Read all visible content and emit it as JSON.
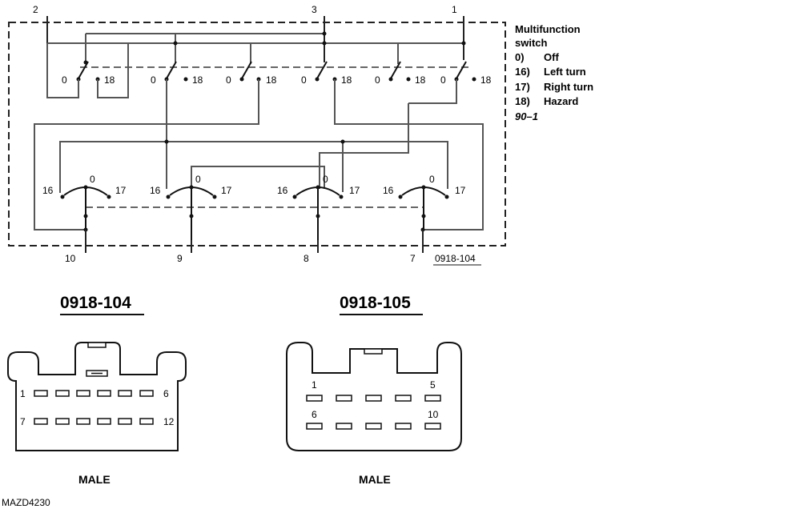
{
  "terminals": {
    "t2": "2",
    "t3": "3",
    "t1": "1",
    "t10": "10",
    "t9": "9",
    "t8": "8",
    "t7": "7"
  },
  "positions": {
    "p0": "0",
    "p16": "16",
    "p17": "17",
    "p18": "18"
  },
  "legend": {
    "title1": "Multifunction",
    "title2": "switch",
    "rows": [
      {
        "code": "0)",
        "label": "Off"
      },
      {
        "code": "16)",
        "label": "Left turn"
      },
      {
        "code": "17)",
        "label": "Right turn"
      },
      {
        "code": "18)",
        "label": "Hazard"
      }
    ],
    "ref": "90–1"
  },
  "schematic_ref": "0918-104",
  "connectors": [
    {
      "title": "0918-104",
      "pin_first": "1",
      "pin_row1_last": "6",
      "pin_row2_first": "7",
      "pin_last": "12",
      "gender": "MALE"
    },
    {
      "title": "0918-105",
      "pin_first": "1",
      "pin_row1_last": "5",
      "pin_row2_first": "6",
      "pin_last": "10",
      "gender": "MALE"
    }
  ],
  "figure_id": "MAZD4230"
}
